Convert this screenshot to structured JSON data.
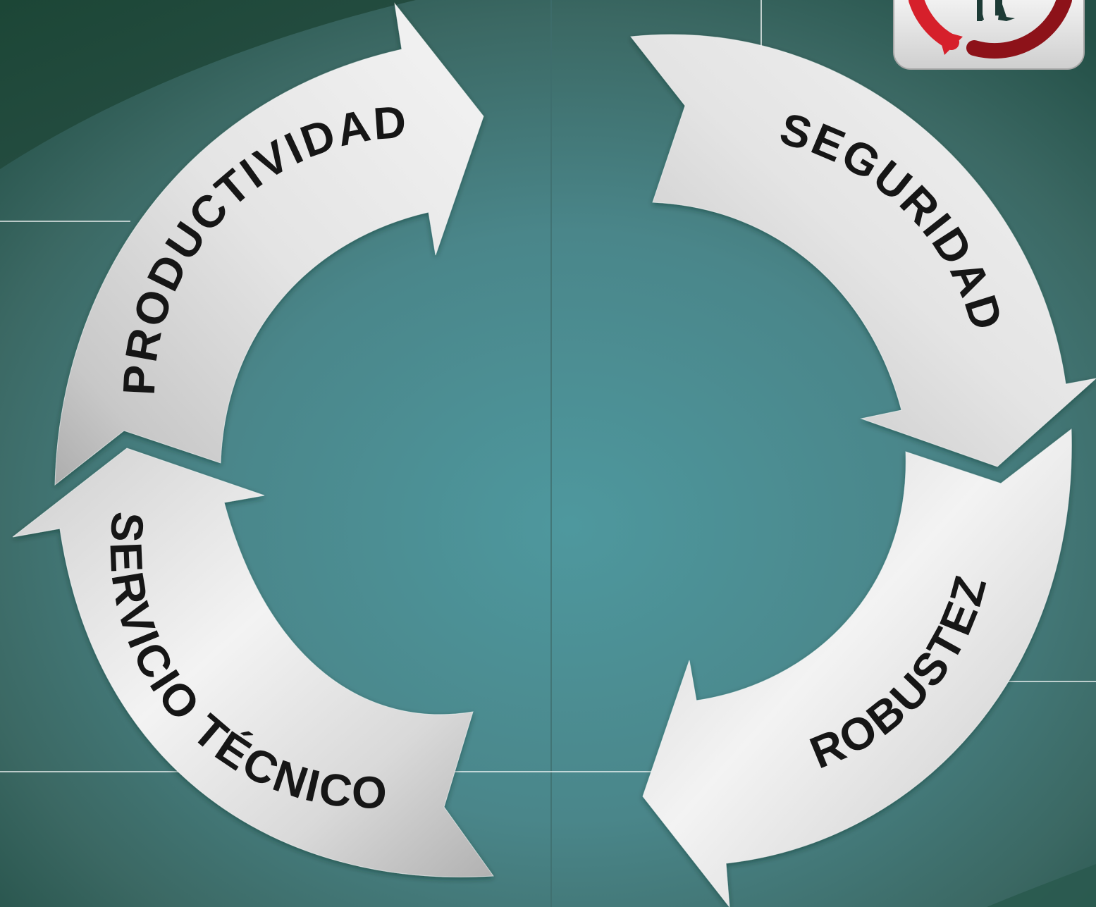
{
  "labels": {
    "productividad": "PRODUCTIVIDAD",
    "seguridad": "SEGURIDAD",
    "servicio_tecnico": "SERVICIO TÉCNICO",
    "robustez": "ROBUSTEZ"
  },
  "colors": {
    "background_center": "#4e969c",
    "background_edge": "#214f45",
    "arrow_light": "#f4f4f4",
    "arrow_shade": "#aeaeae",
    "label_text": "#161616",
    "badge_red": "#d6202b",
    "badge_dark_red": "#8d1219"
  },
  "icons": {
    "badge": "rotation-person-badge-icon"
  }
}
